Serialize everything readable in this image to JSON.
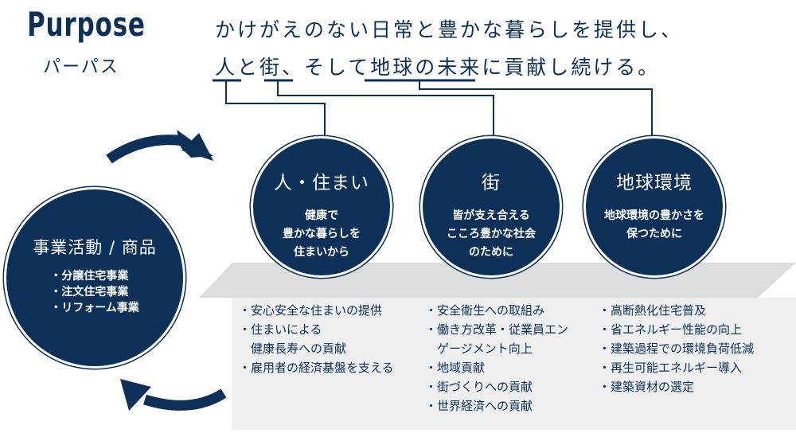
{
  "header": {
    "title": "Purpose",
    "subtitle": "パーパス"
  },
  "statement": {
    "line1": "かけがえのない日常と豊かな暮らしを提供し、",
    "line2": "人と街、そして地球の未来に貢献し続ける。",
    "underlined_terms": [
      "人",
      "街",
      "地球の未来"
    ]
  },
  "business_circle": {
    "heading": "事業活動 / 商品",
    "items": [
      "・分譲住宅事業",
      "・注文住宅事業",
      "・リフォーム事業"
    ]
  },
  "pillars": [
    {
      "heading": "人・住まい",
      "description": [
        "健康で",
        "豊かな暮らしを",
        "住まいから"
      ],
      "actions": [
        "・安心安全な住まいの提供",
        "・住まいによる",
        "　健康長寿への貢献",
        "・雇用者の経済基盤を支える"
      ]
    },
    {
      "heading": "街",
      "description": [
        "皆が支え合える",
        "こころ豊かな社会",
        "のために"
      ],
      "actions": [
        "・安全衛生への取組み",
        "・働き方改革・従業員エン",
        "　ゲージメント向上",
        "・地域貢献",
        "・街づくりへの貢献",
        "・世界経済への貢献"
      ]
    },
    {
      "heading": "地球環境",
      "description": [
        "地球環境の豊かさを",
        "保つために"
      ],
      "actions": [
        "・高断熱化住宅普及",
        "・省エネルギー性能の向上",
        "・建築過程での環境負荷低減",
        "・再生可能エネルギー導入",
        "・建築資材の選定"
      ]
    }
  ],
  "icons": {
    "cycle_arrows": [
      "curved-arrow-right-icon",
      "curved-arrow-left-icon"
    ]
  },
  "colors": {
    "navy": "#0d3058",
    "platform_top": "#dcdddd",
    "platform_body": "#efefef",
    "white": "#ffffff"
  }
}
